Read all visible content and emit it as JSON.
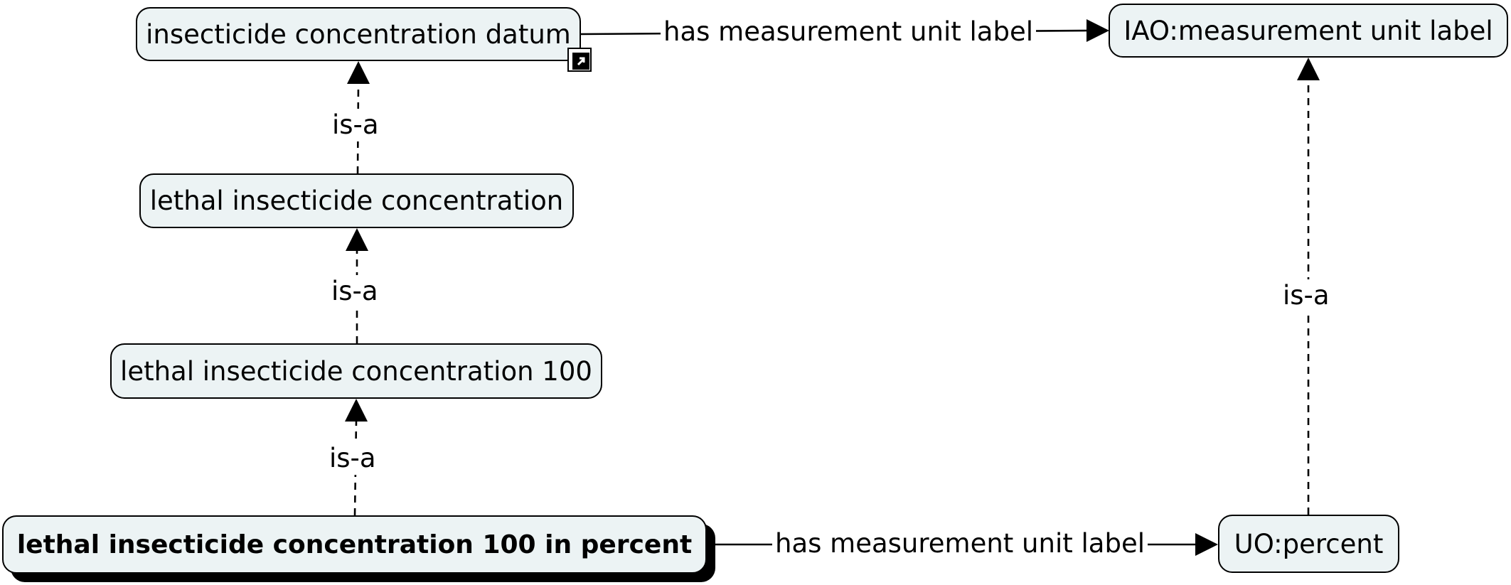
{
  "nodes": {
    "insecticide_concentration_datum": "insecticide concentration datum",
    "lethal_insecticide_concentration": "lethal insecticide concentration",
    "lethal_insecticide_concentration_100": "lethal insecticide concentration 100",
    "lethal_insecticide_concentration_100_in_percent": "lethal insecticide concentration 100 in percent",
    "iao_measurement_unit_label": "IAO:measurement unit label",
    "uo_percent": "UO:percent"
  },
  "edges": {
    "is_a_1": "is-a",
    "is_a_2": "is-a",
    "is_a_3": "is-a",
    "is_a_4": "is-a",
    "has_unit_top": "has measurement unit label",
    "has_unit_bottom": "has measurement unit label"
  },
  "icons": {
    "link_badge": "shortcut-link-icon"
  },
  "colors": {
    "node_fill": "#ecf3f4",
    "stroke": "#000000",
    "background": "#ffffff"
  }
}
